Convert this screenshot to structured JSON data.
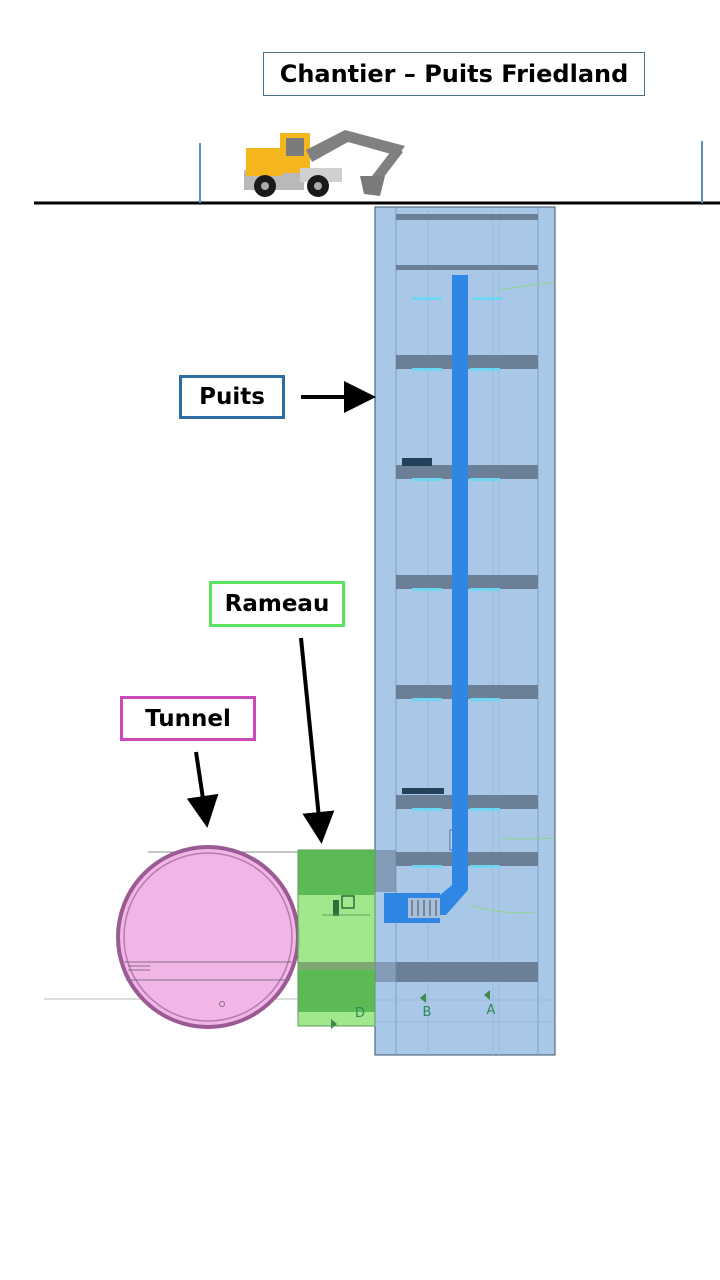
{
  "title": "Chantier – Puits Friedland",
  "labels": {
    "puits": "Puits",
    "rameau": "Rameau",
    "tunnel": "Tunnel"
  },
  "section_marks": {
    "b": "B",
    "a": "A",
    "d": "D"
  },
  "colors": {
    "shaft_fill": "#a9c8e8",
    "shaft_core": "#2f86e3",
    "shaft_slab": "#6b7f96",
    "rameau_fill": "#8fe37a",
    "rameau_dark": "#4fb24a",
    "tunnel_fill": "#f2b6e6",
    "tunnel_ring": "#9a5a93",
    "puits_frame": "#2e6ca4",
    "rameau_frame": "#5be35b",
    "tunnel_frame": "#c84bb8",
    "excavator_body": "#f5b51c",
    "arrow": "#000000"
  },
  "icons": {
    "excavator": "excavator-icon"
  }
}
